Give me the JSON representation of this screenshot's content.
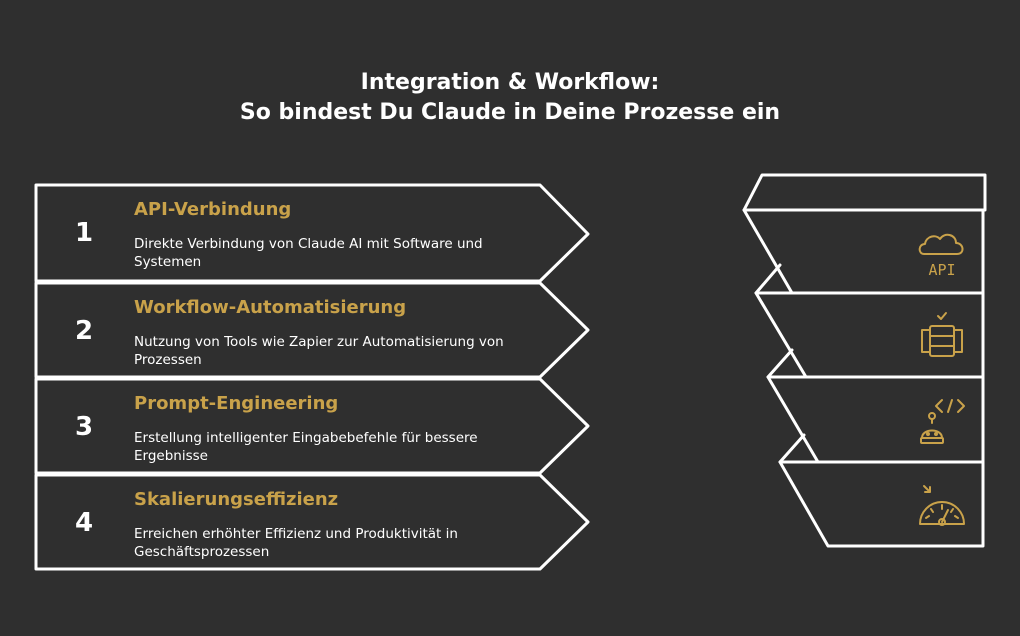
{
  "title": {
    "line1": "Integration & Workflow:",
    "line2": "So bindest Du Claude in Deine Prozesse ein"
  },
  "colors": {
    "background": "#2f2f2f",
    "accent": "#c9a24a",
    "outline": "#ffffff"
  },
  "steps": [
    {
      "number": "1",
      "title": "API-Verbindung",
      "description": "Direkte Verbindung von Claude AI mit Software und Systemen",
      "icon": "cloud-api-icon",
      "icon_label": "API"
    },
    {
      "number": "2",
      "title": "Workflow-Automatisierung",
      "description": "Nutzung von Tools wie Zapier zur Automatisierung von Prozessen",
      "icon": "server-check-icon"
    },
    {
      "number": "3",
      "title": "Prompt-Engineering",
      "description": "Erstellung intelligenter Eingabebefehle für bessere Ergebnisse",
      "icon": "robot-code-icon"
    },
    {
      "number": "4",
      "title": "Skalierungseffizienz",
      "description": "Erreichen erhöhter Effizienz und Produktivität in Geschäftsprozessen",
      "icon": "speedometer-icon"
    }
  ]
}
